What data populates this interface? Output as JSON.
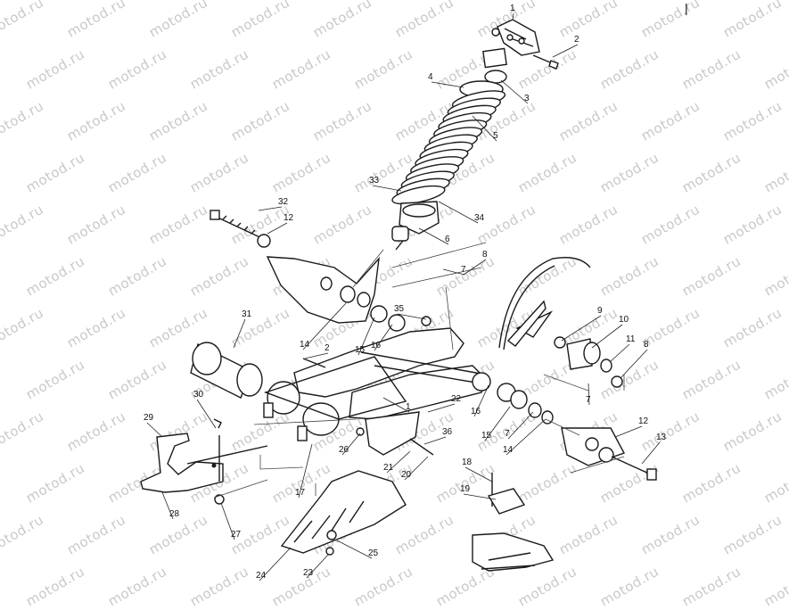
{
  "watermark": {
    "text": "motod.ru"
  },
  "corner_mark": "|",
  "part_numbers": [
    "1",
    "2",
    "3",
    "4",
    "5",
    "33",
    "34",
    "6",
    "32",
    "12",
    "7",
    "8",
    "35",
    "14",
    "2",
    "15",
    "16",
    "31",
    "9",
    "10",
    "11",
    "8",
    "7",
    "30",
    "1",
    "22",
    "16",
    "15",
    "7",
    "14",
    "36",
    "29",
    "26",
    "21",
    "20",
    "12",
    "13",
    "18",
    "19",
    "17",
    "28",
    "27",
    "24",
    "23",
    "25"
  ]
}
